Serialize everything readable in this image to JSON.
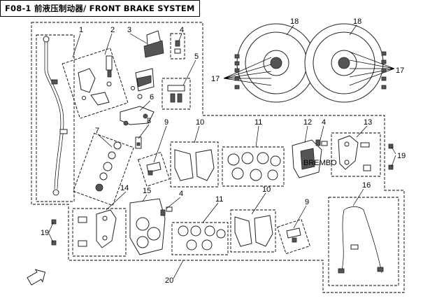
{
  "header": {
    "title": "F08-1 前液压制动器/ FRONT BRAKE SYSTEM"
  },
  "callouts": {
    "n1": "1",
    "n2": "2",
    "n3": "3",
    "n4a": "4",
    "n5": "5",
    "n6": "6",
    "n7": "7",
    "n8": "8",
    "n9a": "9",
    "n10a": "10",
    "n11a": "11",
    "n12": "12",
    "n4b": "4",
    "n13": "13",
    "n18a": "18",
    "n18b": "18",
    "n17a": "17",
    "n17b": "17",
    "n19a": "19",
    "n14": "14",
    "n15": "15",
    "n4c": "4",
    "n11b": "11",
    "n10b": "10",
    "n9b": "9",
    "n16": "16",
    "n19b": "19",
    "n20": "20"
  },
  "icons": {
    "front-arrow": "front-direction-arrow-icon"
  },
  "colors": {
    "line": "#000000",
    "part_fill": "#ffffff",
    "part_shade": "#555555"
  }
}
